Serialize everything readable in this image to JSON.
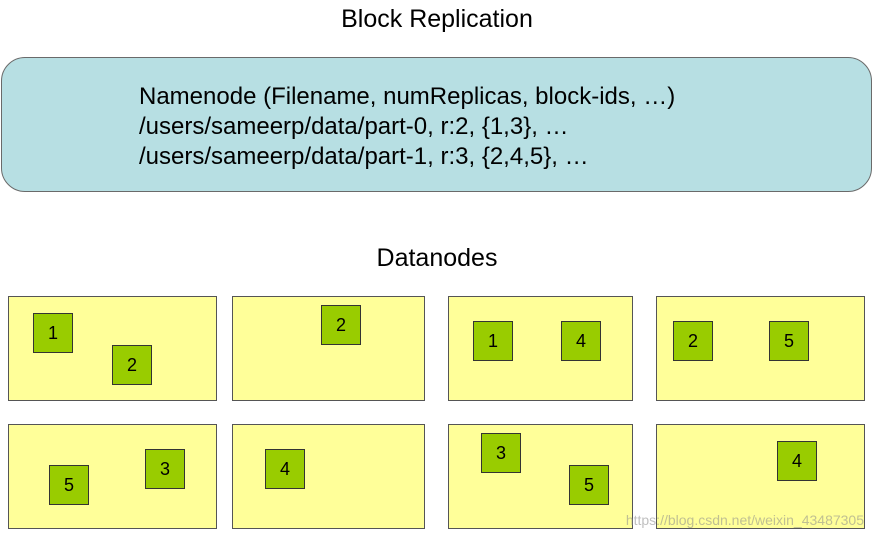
{
  "title": "Block Replication",
  "namenode": {
    "lines": [
      "Namenode (Filename, numReplicas, block-ids, …)",
      "/users/sameerp/data/part-0, r:2, {1,3}, …",
      "/users/sameerp/data/part-1, r:3, {2,4,5}, …"
    ],
    "color": "#b7dfe3"
  },
  "datanodes_label": "Datanodes",
  "datanodes": [
    {
      "blocks": [
        "1",
        "2"
      ]
    },
    {
      "blocks": [
        "2"
      ]
    },
    {
      "blocks": [
        "1",
        "4"
      ]
    },
    {
      "blocks": [
        "2",
        "5"
      ]
    },
    {
      "blocks": [
        "5",
        "3"
      ]
    },
    {
      "blocks": [
        "4"
      ]
    },
    {
      "blocks": [
        "3",
        "5"
      ]
    },
    {
      "blocks": [
        "4"
      ]
    }
  ],
  "colors": {
    "datanode_fill": "#ffff99",
    "block_fill": "#99cc00"
  },
  "watermark": "https://blog.csdn.net/weixin_43487305"
}
